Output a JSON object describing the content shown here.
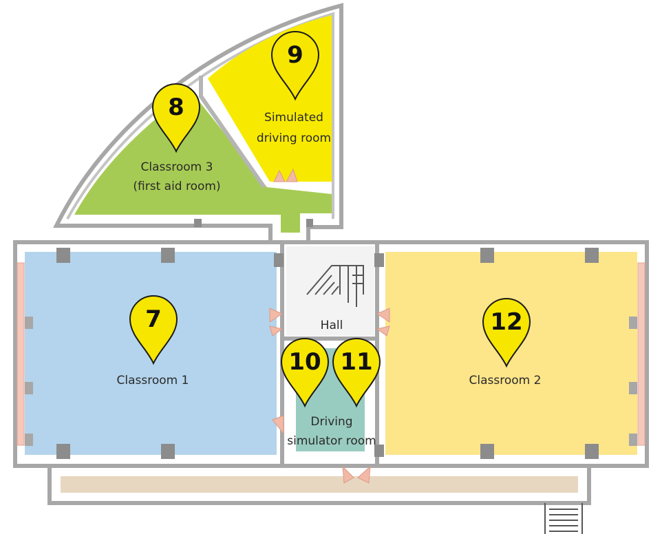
{
  "colors": {
    "classroom1": "#b3d4ec",
    "classroom2": "#fde58a",
    "classroom3": "#a6cb54",
    "simulated_driving": "#f7ea00",
    "driving_simulator": "#99ccc0",
    "hall": "#f3f3f3",
    "corridor": "#e8d7c0",
    "pin": "#f7e600",
    "wall": "#a7a7a7"
  },
  "rooms": {
    "classroom1": {
      "label": "Classroom 1",
      "pin": "7"
    },
    "classroom2": {
      "label": "Classroom 2",
      "pin": "12"
    },
    "classroom3": {
      "label_line1": "Classroom 3",
      "label_line2": "(first aid room)",
      "pin": "8"
    },
    "simulated_driving": {
      "label_line1": "Simulated",
      "label_line2": "driving room",
      "pin": "9"
    },
    "driving_simulator": {
      "label_line1": "Driving",
      "label_line2": "simulator room",
      "pin_a": "10",
      "pin_b": "11"
    },
    "hall": {
      "label": "Hall"
    }
  }
}
